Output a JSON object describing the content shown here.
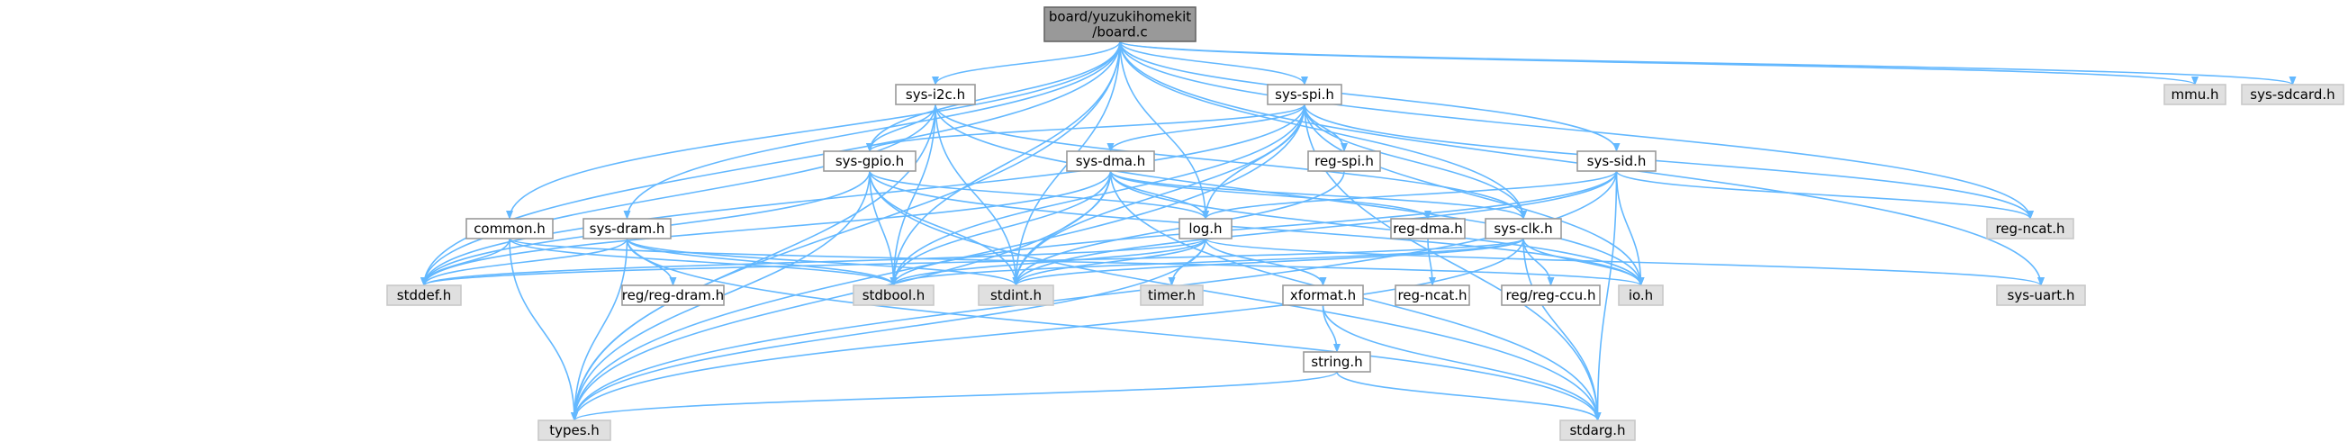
{
  "title": "board/yuzukihomekit/board.c include dependency graph",
  "colors": {
    "edge": "#63b8ff",
    "root_fill": "#999999",
    "node_fill": "#ffffff",
    "external_fill": "#e0e0e0",
    "node_border": "#999999"
  },
  "nodes": {
    "board_c": {
      "label": "board/yuzukihomekit\n/board.c",
      "kind": "root"
    },
    "sys_i2c": {
      "label": "sys-i2c.h",
      "kind": "normal"
    },
    "sys_spi": {
      "label": "sys-spi.h",
      "kind": "normal"
    },
    "sys_gpio": {
      "label": "sys-gpio.h",
      "kind": "normal"
    },
    "reg_spi": {
      "label": "reg-spi.h",
      "kind": "normal"
    },
    "sys_dma": {
      "label": "sys-dma.h",
      "kind": "normal"
    },
    "sys_sid": {
      "label": "sys-sid.h",
      "kind": "normal"
    },
    "common": {
      "label": "common.h",
      "kind": "normal"
    },
    "sys_dram": {
      "label": "sys-dram.h",
      "kind": "normal"
    },
    "log": {
      "label": "log.h",
      "kind": "normal"
    },
    "reg_dma": {
      "label": "reg-dma.h",
      "kind": "normal"
    },
    "sys_clk": {
      "label": "sys-clk.h",
      "kind": "normal"
    },
    "reg_reg_dram": {
      "label": "reg/reg-dram.h",
      "kind": "normal"
    },
    "xformat": {
      "label": "xformat.h",
      "kind": "normal"
    },
    "reg_ncat2": {
      "label": "reg-ncat.h",
      "kind": "normal"
    },
    "reg_reg_ccu": {
      "label": "reg/reg-ccu.h",
      "kind": "normal"
    },
    "string": {
      "label": "string.h",
      "kind": "normal"
    },
    "mmu": {
      "label": "mmu.h",
      "kind": "external"
    },
    "sys_sdcard": {
      "label": "sys-sdcard.h",
      "kind": "external"
    },
    "reg_ncat": {
      "label": "reg-ncat.h",
      "kind": "external"
    },
    "stddef": {
      "label": "stddef.h",
      "kind": "external"
    },
    "stdbool": {
      "label": "stdbool.h",
      "kind": "external"
    },
    "stdint": {
      "label": "stdint.h",
      "kind": "external"
    },
    "timer": {
      "label": "timer.h",
      "kind": "external"
    },
    "io": {
      "label": "io.h",
      "kind": "external"
    },
    "sys_uart": {
      "label": "sys-uart.h",
      "kind": "external"
    },
    "types": {
      "label": "types.h",
      "kind": "external"
    },
    "stdarg": {
      "label": "stdarg.h",
      "kind": "external"
    }
  },
  "edges": [
    [
      "board_c",
      "sys_i2c"
    ],
    [
      "board_c",
      "sys_spi"
    ],
    [
      "board_c",
      "sys_gpio"
    ],
    [
      "board_c",
      "sys_sid"
    ],
    [
      "board_c",
      "common"
    ],
    [
      "board_c",
      "sys_dram"
    ],
    [
      "board_c",
      "log"
    ],
    [
      "board_c",
      "sys_clk"
    ],
    [
      "board_c",
      "mmu"
    ],
    [
      "board_c",
      "sys_sdcard"
    ],
    [
      "board_c",
      "reg_ncat"
    ],
    [
      "board_c",
      "sys_uart"
    ],
    [
      "board_c",
      "stddef"
    ],
    [
      "board_c",
      "stdbool"
    ],
    [
      "board_c",
      "stdint"
    ],
    [
      "board_c",
      "types"
    ],
    [
      "sys_i2c",
      "sys_gpio"
    ],
    [
      "sys_i2c",
      "sys_clk"
    ],
    [
      "sys_i2c",
      "stddef"
    ],
    [
      "sys_i2c",
      "stdbool"
    ],
    [
      "sys_i2c",
      "stdint"
    ],
    [
      "sys_i2c",
      "types"
    ],
    [
      "sys_i2c",
      "io"
    ],
    [
      "sys_spi",
      "sys_gpio"
    ],
    [
      "sys_spi",
      "reg_spi"
    ],
    [
      "sys_spi",
      "sys_dma"
    ],
    [
      "sys_spi",
      "log"
    ],
    [
      "sys_spi",
      "sys_clk"
    ],
    [
      "sys_spi",
      "stdint"
    ],
    [
      "sys_spi",
      "stdbool"
    ],
    [
      "sys_spi",
      "stddef"
    ],
    [
      "sys_spi",
      "types"
    ],
    [
      "sys_spi",
      "io"
    ],
    [
      "sys_spi",
      "stdarg"
    ],
    [
      "sys_spi",
      "reg_ncat"
    ],
    [
      "sys_gpio",
      "log"
    ],
    [
      "sys_gpio",
      "stddef"
    ],
    [
      "sys_gpio",
      "stdbool"
    ],
    [
      "sys_gpio",
      "stdint"
    ],
    [
      "sys_gpio",
      "types"
    ],
    [
      "sys_gpio",
      "io"
    ],
    [
      "sys_gpio",
      "stdarg"
    ],
    [
      "reg_spi",
      "stdint"
    ],
    [
      "sys_dma",
      "log"
    ],
    [
      "sys_dma",
      "reg_dma"
    ],
    [
      "sys_dma",
      "sys_clk"
    ],
    [
      "sys_dma",
      "stddef"
    ],
    [
      "sys_dma",
      "stdbool"
    ],
    [
      "sys_dma",
      "stdint"
    ],
    [
      "sys_dma",
      "types"
    ],
    [
      "sys_dma",
      "io"
    ],
    [
      "sys_dma",
      "stdarg"
    ],
    [
      "sys_sid",
      "log"
    ],
    [
      "sys_sid",
      "reg_ncat"
    ],
    [
      "sys_sid",
      "io"
    ],
    [
      "sys_sid",
      "stdint"
    ],
    [
      "sys_sid",
      "stdbool"
    ],
    [
      "sys_sid",
      "types"
    ],
    [
      "sys_sid",
      "stdarg"
    ],
    [
      "common",
      "stddef"
    ],
    [
      "common",
      "stdbool"
    ],
    [
      "common",
      "types"
    ],
    [
      "common",
      "io"
    ],
    [
      "sys_dram",
      "reg_reg_dram"
    ],
    [
      "sys_dram",
      "stddef"
    ],
    [
      "sys_dram",
      "stdbool"
    ],
    [
      "sys_dram",
      "stdint"
    ],
    [
      "sys_dram",
      "types"
    ],
    [
      "sys_dram",
      "stdarg"
    ],
    [
      "log",
      "xformat"
    ],
    [
      "log",
      "timer"
    ],
    [
      "log",
      "stdint"
    ],
    [
      "log",
      "stdbool"
    ],
    [
      "log",
      "stddef"
    ],
    [
      "log",
      "types"
    ],
    [
      "log",
      "sys_uart"
    ],
    [
      "reg_dma",
      "reg_ncat2"
    ],
    [
      "sys_clk",
      "reg_reg_ccu"
    ],
    [
      "sys_clk",
      "io"
    ],
    [
      "sys_clk",
      "stdarg"
    ],
    [
      "sys_clk",
      "stdint"
    ],
    [
      "sys_clk",
      "stdbool"
    ],
    [
      "sys_clk",
      "stddef"
    ],
    [
      "sys_clk",
      "types"
    ],
    [
      "xformat",
      "string"
    ],
    [
      "xformat",
      "stdarg"
    ],
    [
      "string",
      "types"
    ],
    [
      "string",
      "stdarg"
    ]
  ]
}
